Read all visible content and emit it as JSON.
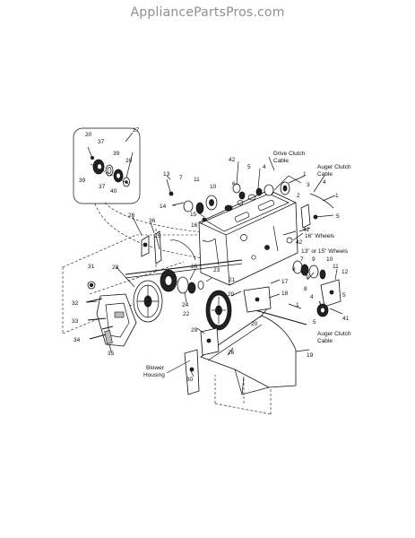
{
  "watermark": "AppliancePartsPros.com",
  "callouts": {
    "c1a": "1",
    "c1b": "1",
    "c1c": "1",
    "c2": "2",
    "c3": "3",
    "c4a": "4",
    "c4b": "4",
    "c5a": "5",
    "c5b": "5",
    "c5c": "5",
    "c6a": "6",
    "c6b": "6",
    "c7a": "7",
    "c7b": "7",
    "c8": "8",
    "c9a": "9",
    "c9b": "9",
    "c10a": "10",
    "c10b": "10",
    "c11a": "11",
    "c11b": "11",
    "c12": "12",
    "c13": "13",
    "c14": "14",
    "c15": "15",
    "c16": "16",
    "c17": "17",
    "c18": "18",
    "c19": "19",
    "c20a": "20",
    "c20b": "20",
    "c21": "21",
    "c22": "22",
    "c23": "23",
    "c24": "24",
    "c25": "25",
    "c26a": "26",
    "c26b": "26",
    "c26c": "26",
    "c27": "27",
    "c28": "28",
    "c29": "29",
    "c30": "30",
    "c31": "31",
    "c32": "32",
    "c33": "33",
    "c34": "34",
    "c35": "35",
    "c36": "36",
    "c37a": "37",
    "c37b": "37",
    "c39a": "39",
    "c39b": "39",
    "c40": "40",
    "c41": "41",
    "c42a": "42",
    "c42b": "42",
    "c42c": "42"
  },
  "labels": {
    "drive_clutch_cable": [
      "Drive Clutch",
      "Cable"
    ],
    "auger_clutch_cable_top": [
      "Auger Clutch",
      "Cable"
    ],
    "auger_clutch_cable_bottom": [
      "Auger Clutch",
      "Cable"
    ],
    "wheels_16": "16\" Wheels",
    "wheels_13_15": "13\" or 15\" Wheels",
    "blower_housing": [
      "Blower",
      "Housing"
    ]
  }
}
